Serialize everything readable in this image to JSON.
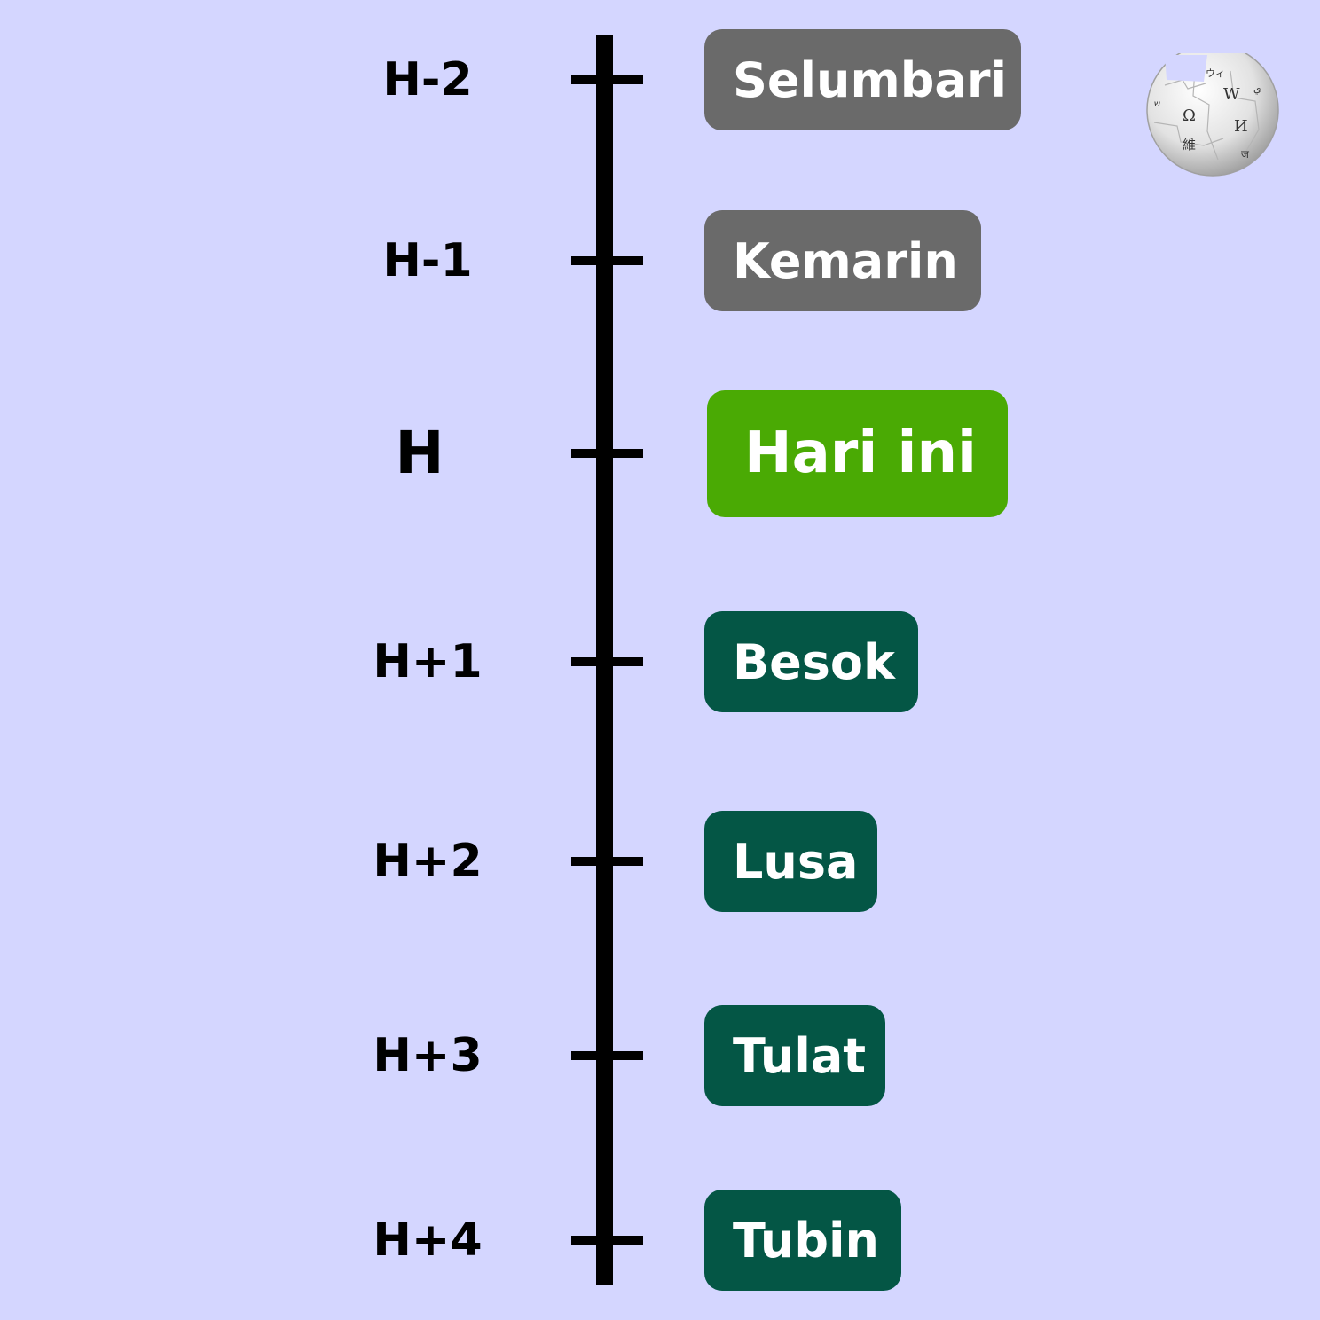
{
  "timeline": {
    "entries": [
      {
        "offset": "H-2",
        "name": "Selumbari",
        "category": "past"
      },
      {
        "offset": "H-1",
        "name": "Kemarin",
        "category": "past"
      },
      {
        "offset": "H",
        "name": "Hari ini",
        "category": "today"
      },
      {
        "offset": "H+1",
        "name": "Besok",
        "category": "future"
      },
      {
        "offset": "H+2",
        "name": "Lusa",
        "category": "future"
      },
      {
        "offset": "H+3",
        "name": "Tulat",
        "category": "future"
      },
      {
        "offset": "H+4",
        "name": "Tubin",
        "category": "future"
      }
    ]
  },
  "colors": {
    "background": "#d4d6ff",
    "past": "#6a6a6a",
    "today": "#4aaa04",
    "future": "#045645",
    "axis": "#000000",
    "box_text": "#ffffff"
  },
  "logo": {
    "icon": "wikipedia-globe-icon",
    "glyphs": [
      "W",
      "Ω",
      "И",
      "維",
      "ウィ",
      "ي",
      "ש",
      "ज"
    ]
  }
}
